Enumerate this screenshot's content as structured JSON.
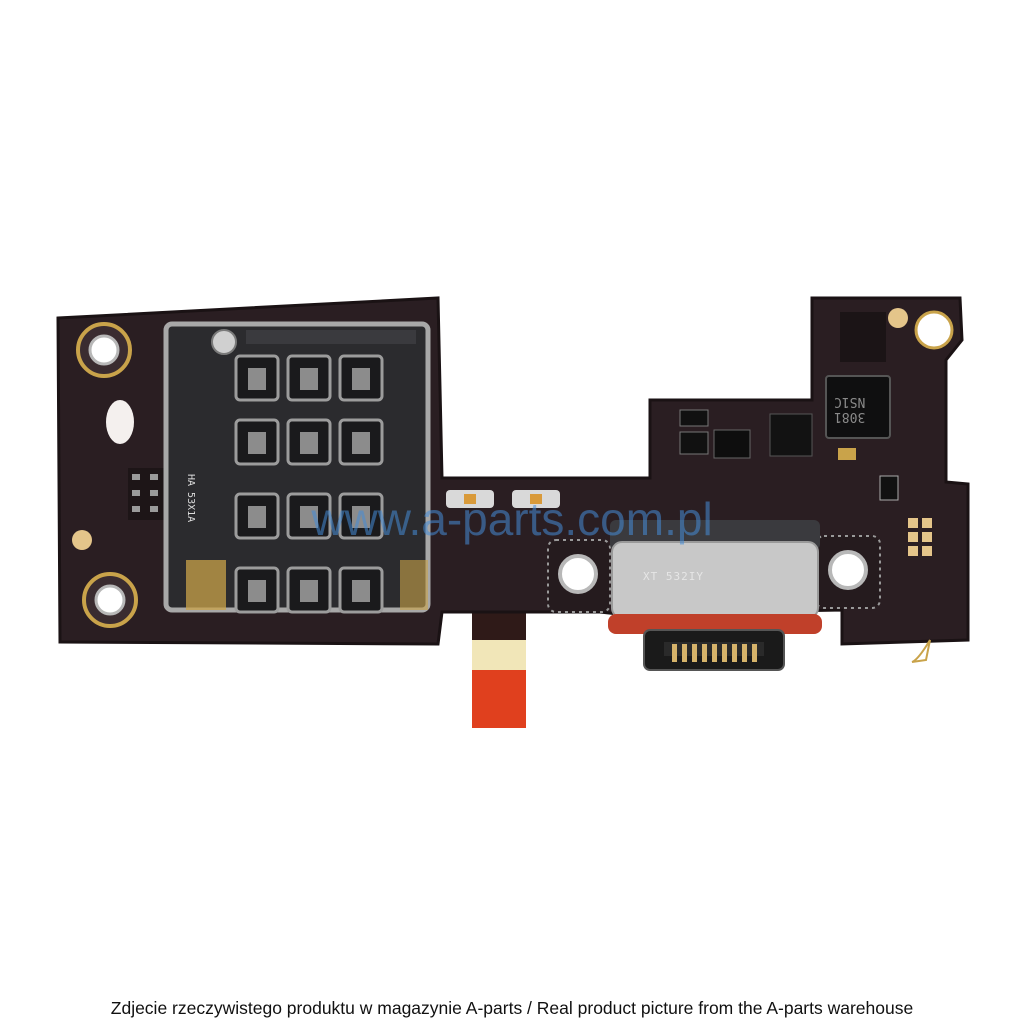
{
  "photo": {
    "subject": "pcb-board-with-sim-tray-and-usb-c-port",
    "colors": {
      "background": "#ffffff",
      "board": "#2a1e22",
      "board_edge": "#1a1214",
      "metal": "#b8b8b8",
      "gold": "#c9a34a",
      "flex_orange": "#e0401e",
      "flex_cream": "#f1e6b8",
      "usb_gasket": "#c0402a",
      "watermark": "#468cd7"
    }
  },
  "markings": {
    "usb_connector": "XT 532IY",
    "chip": "3081\nNS1C",
    "sim_tray": "HA 53X1A"
  },
  "watermark": {
    "text": "www.a-parts.com.pl"
  },
  "caption": {
    "text": "Zdjecie rzeczywistego produktu w magazynie A-parts / Real product picture from the A-parts warehouse"
  }
}
